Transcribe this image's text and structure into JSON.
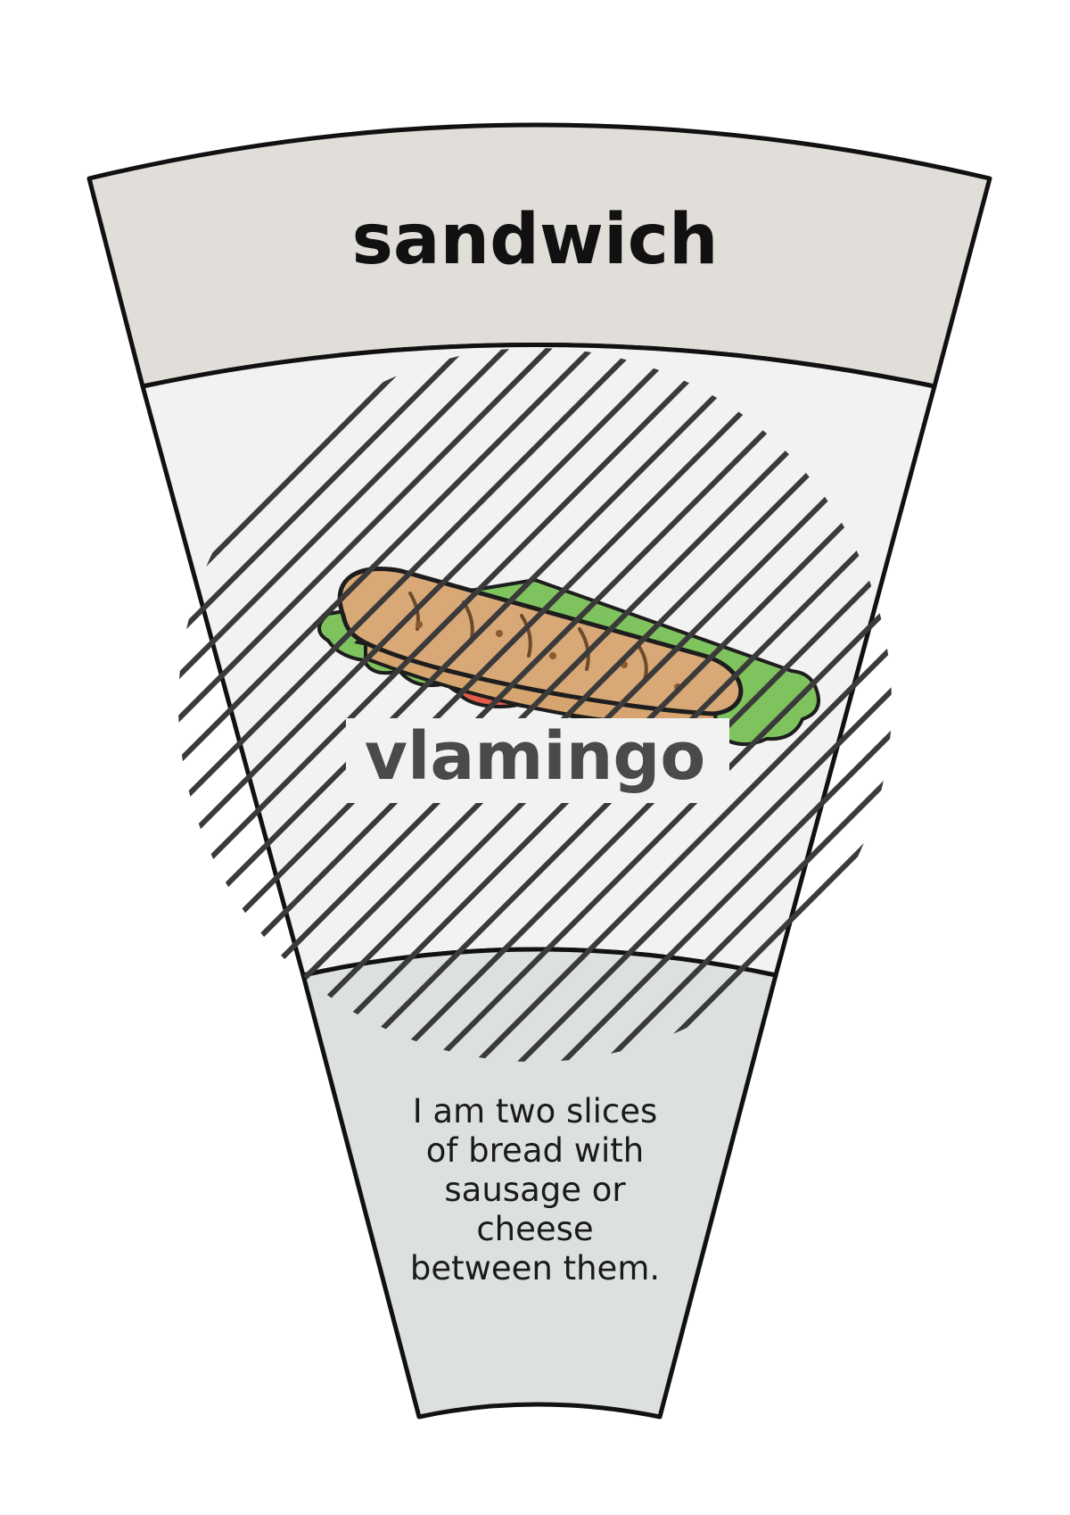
{
  "card": {
    "title": "sandwich",
    "watermark": "vlamingo",
    "description_lines": [
      "I am two slices",
      "of bread with",
      "sausage or",
      "cheese",
      "between them."
    ]
  },
  "colors": {
    "title_band": "#e1ddd8",
    "middle_band": "#f2f2f2",
    "bottom_band": "#dde0e0",
    "outline": "#111111",
    "hatch": "#3a3a3a"
  },
  "icons": {
    "illustration": "sandwich-illustration-icon"
  }
}
